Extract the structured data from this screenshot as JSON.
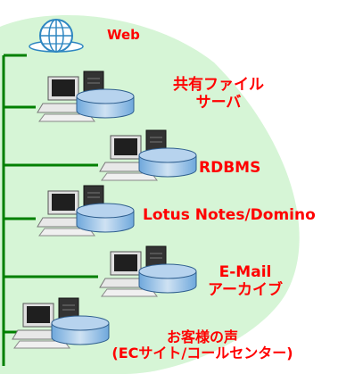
{
  "colors": {
    "background_blob": "#d6f5d6",
    "connector": "#008000",
    "label": "#ff0000",
    "globe": "#2e86c1",
    "disk": "#9dc3e6"
  },
  "web": {
    "label": "Web",
    "icon": "globe-icon"
  },
  "nodes": [
    {
      "line1": "共有ファイル",
      "line2": "サーバ",
      "icon": "server-with-disk-icon"
    },
    {
      "line1": "RDBMS",
      "icon": "server-with-disk-icon"
    },
    {
      "line1": "Lotus Notes/Domino",
      "icon": "server-with-disk-icon"
    },
    {
      "line1": "E-Mail",
      "line2": "アーカイブ",
      "icon": "server-with-disk-icon"
    },
    {
      "line1": "お客様の声",
      "line2": "(ECサイト/コールセンター)",
      "icon": "server-with-disk-icon"
    }
  ]
}
